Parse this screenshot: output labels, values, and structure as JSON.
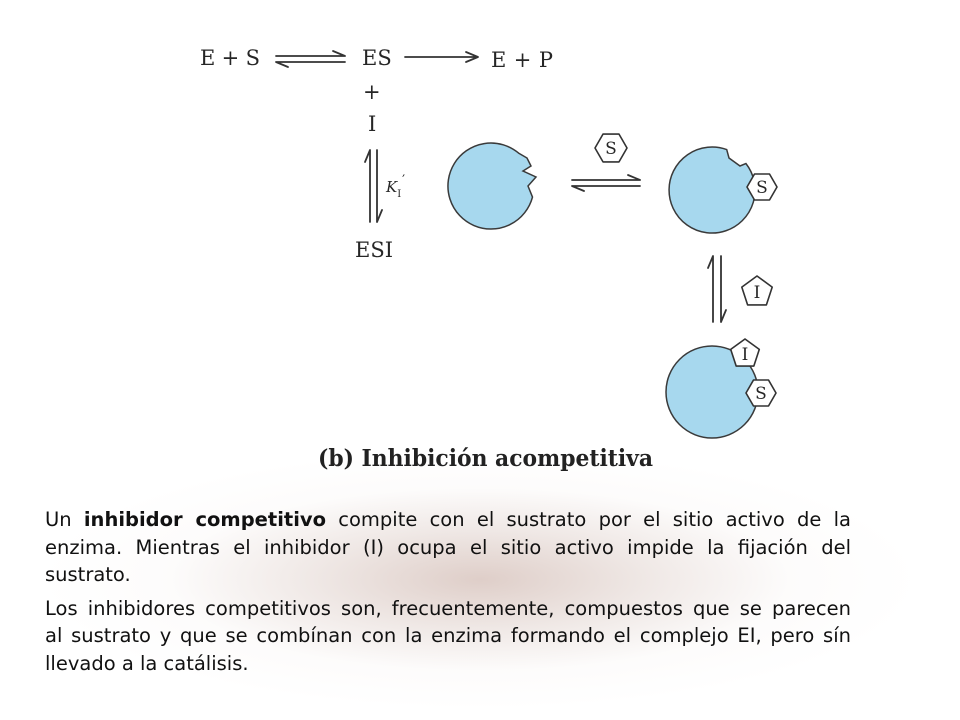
{
  "diagram": {
    "reaction": {
      "reactants": "E + S",
      "complex": "ES",
      "products": "E + P",
      "plus": "+",
      "inhibitor": "I",
      "k_symbol": "K",
      "k_subscript": "I",
      "k_prime": "′",
      "ternary_complex": "ESI"
    },
    "schematic": {
      "substrate_label": "S",
      "inhibitor_label": "I",
      "enzyme_color": "#a7d8ee"
    },
    "caption": "(b) Inhibición acompetitiva"
  },
  "text": {
    "paragraph1": {
      "line1_pre": "Un ",
      "line1_bold": "inhibidor competitivo",
      "line1_post": " compite con el sustrato por el sitio activo de la",
      "line2": "enzima. Mientras el inhibidor (I) ocupa el sitio activo impide la fijación del",
      "line3": "sustrato."
    },
    "paragraph2": {
      "line1": "Los inhibidores competitivos son, frecuentemente, compuestos que se parecen",
      "line2": "al sustrato y que se combínan con la enzima formando el complejo EI, pero sín",
      "line3": "llevado a la catálisis."
    }
  }
}
